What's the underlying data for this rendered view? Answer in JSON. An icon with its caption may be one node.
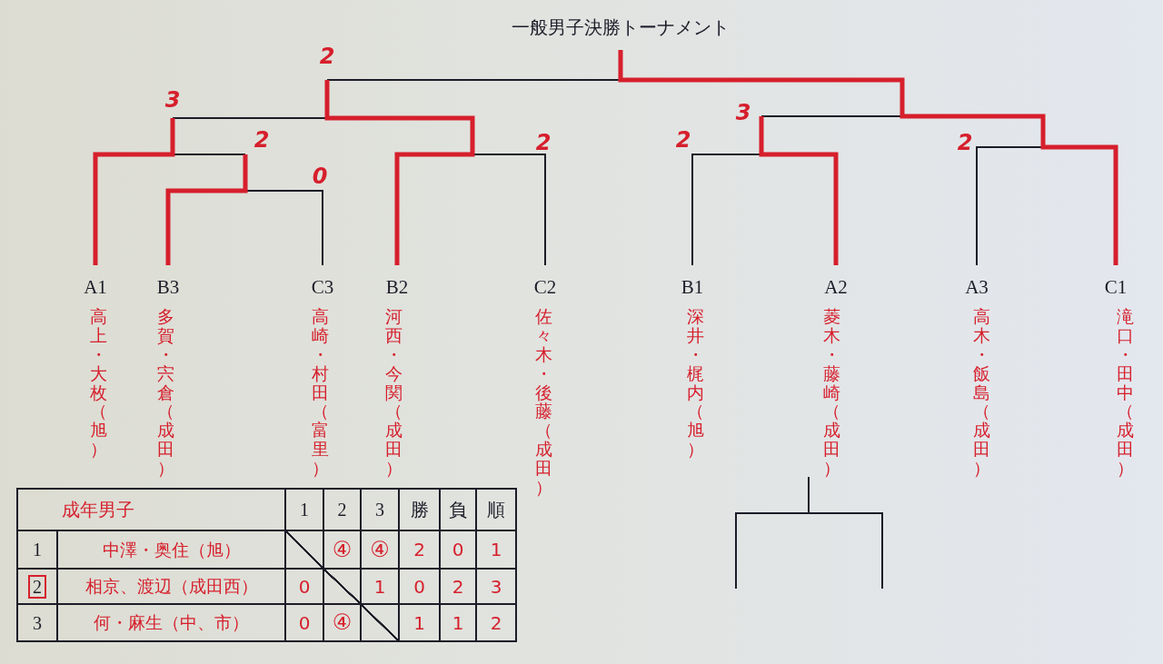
{
  "diagram": {
    "title": "一般男子決勝トーナメント",
    "labels": [
      "2",
      "3",
      "3",
      "2",
      "2",
      "2",
      "2",
      "0",
      "A1",
      "高上・大枚（旭）",
      "B3",
      "多賀・宍倉（成田）",
      "C3",
      "高崎・村田（富里）",
      "B2",
      "河西・今関（成田）",
      "C2",
      "佐々木・後藤（成田）",
      "B1",
      "深井・梶内（旭）",
      "A2",
      "菱木・藤崎（成田）",
      "A3",
      "高木・飯島（成田）",
      "C1",
      "滝口・田中（成田）",
      "成年男子",
      "1",
      "2",
      "3",
      "勝",
      "負",
      "順",
      "1",
      "中澤・奥住（旭）",
      "④",
      "④",
      "2",
      "0",
      "1",
      "2",
      "相京、渡辺（成田西）",
      "0",
      "1",
      "0",
      "2",
      "3",
      "3",
      "何・麻生（中、市）",
      "0",
      "④",
      "1",
      "1",
      "2"
    ]
  }
}
